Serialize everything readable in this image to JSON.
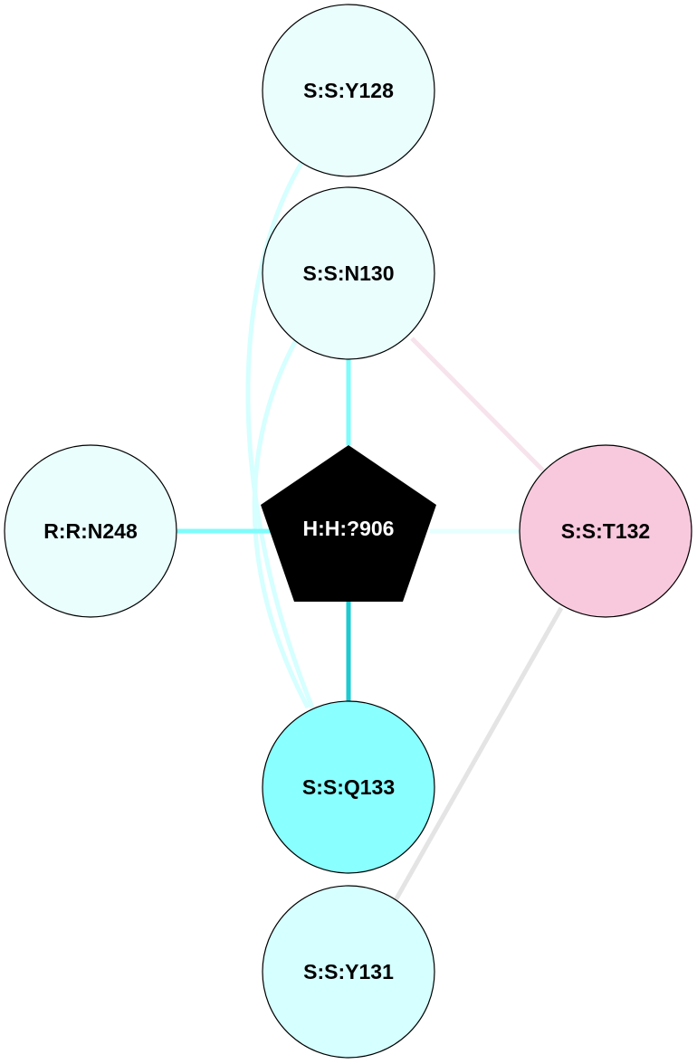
{
  "nodes": [
    {
      "id": "Y128",
      "label": "S:S:Y128",
      "fill": "#eafefe"
    },
    {
      "id": "N130",
      "label": "S:S:N130",
      "fill": "#eafefe"
    },
    {
      "id": "N248",
      "label": "R:R:N248",
      "fill": "#eafefe"
    },
    {
      "id": "H906",
      "label": "H:H:?906",
      "fill": "#000000"
    },
    {
      "id": "T132",
      "label": "S:S:T132",
      "fill": "#f8c9dd"
    },
    {
      "id": "Q133",
      "label": "S:S:Q133",
      "fill": "#8affff"
    },
    {
      "id": "Y131",
      "label": "S:S:Y131",
      "fill": "#d6ffff"
    }
  ],
  "edges": [
    {
      "from": "Y128",
      "to": "Q133",
      "color": "#d6ffff"
    },
    {
      "from": "N130",
      "to": "Q133",
      "color": "#d6ffff"
    },
    {
      "from": "N130",
      "to": "H906",
      "color": "#7ffcfc"
    },
    {
      "from": "N130",
      "to": "T132",
      "color": "#f7e3ec"
    },
    {
      "from": "N248",
      "to": "H906",
      "color": "#7ffcfc"
    },
    {
      "from": "H906",
      "to": "T132",
      "color": "#e6ffff"
    },
    {
      "from": "H906",
      "to": "Q133",
      "color": "#1ccad2"
    },
    {
      "from": "T132",
      "to": "Y131",
      "color": "#e4e4e4"
    }
  ]
}
